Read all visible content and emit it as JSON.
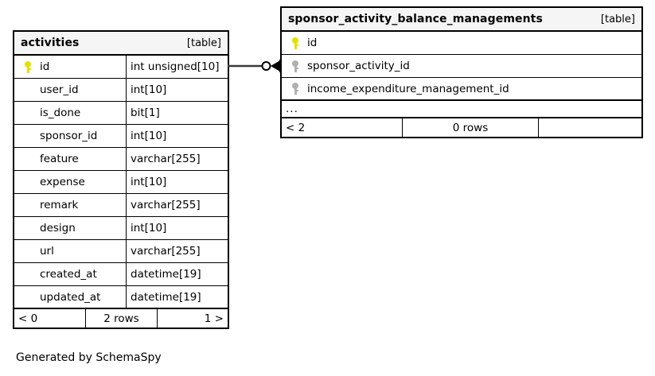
{
  "diagram": {
    "caption": "Generated by SchemaSpy",
    "table_tag": "[table]",
    "ellipsis": "..."
  },
  "tables": [
    {
      "name": "activities",
      "tag": "[table]",
      "columns": [
        {
          "key": "primary",
          "name": "id",
          "type": "int unsigned[10]"
        },
        {
          "key": "none",
          "name": "user_id",
          "type": "int[10]"
        },
        {
          "key": "none",
          "name": "is_done",
          "type": "bit[1]"
        },
        {
          "key": "none",
          "name": "sponsor_id",
          "type": "int[10]"
        },
        {
          "key": "none",
          "name": "feature",
          "type": "varchar[255]"
        },
        {
          "key": "none",
          "name": "expense",
          "type": "int[10]"
        },
        {
          "key": "none",
          "name": "remark",
          "type": "varchar[255]"
        },
        {
          "key": "none",
          "name": "design",
          "type": "int[10]"
        },
        {
          "key": "none",
          "name": "url",
          "type": "varchar[255]"
        },
        {
          "key": "none",
          "name": "created_at",
          "type": "datetime[19]"
        },
        {
          "key": "none",
          "name": "updated_at",
          "type": "datetime[19]"
        }
      ],
      "footer": {
        "left": "< 0",
        "center": "2 rows",
        "right": "1 >"
      }
    },
    {
      "name": "sponsor_activity_balance_managements",
      "tag": "[table]",
      "columns": [
        {
          "key": "primary",
          "name": "id"
        },
        {
          "key": "foreign",
          "name": "sponsor_activity_id"
        },
        {
          "key": "foreign",
          "name": "income_expenditure_management_id"
        }
      ],
      "truncated_indicator": "...",
      "footer": {
        "left": "< 2",
        "center": "0 rows",
        "right": ""
      }
    }
  ],
  "relationships": [
    {
      "from_table": "activities",
      "from_column": "id",
      "to_table": "sponsor_activity_balance_managements",
      "to_column": "sponsor_activity_id",
      "notation": "crows-foot-optional-many"
    }
  ],
  "colors": {
    "primary_key": "#e2e200",
    "foreign_key": "#b0b0b0",
    "border": "#000000",
    "header_background": "#f5f5f5",
    "page_background": "#ffffff"
  }
}
